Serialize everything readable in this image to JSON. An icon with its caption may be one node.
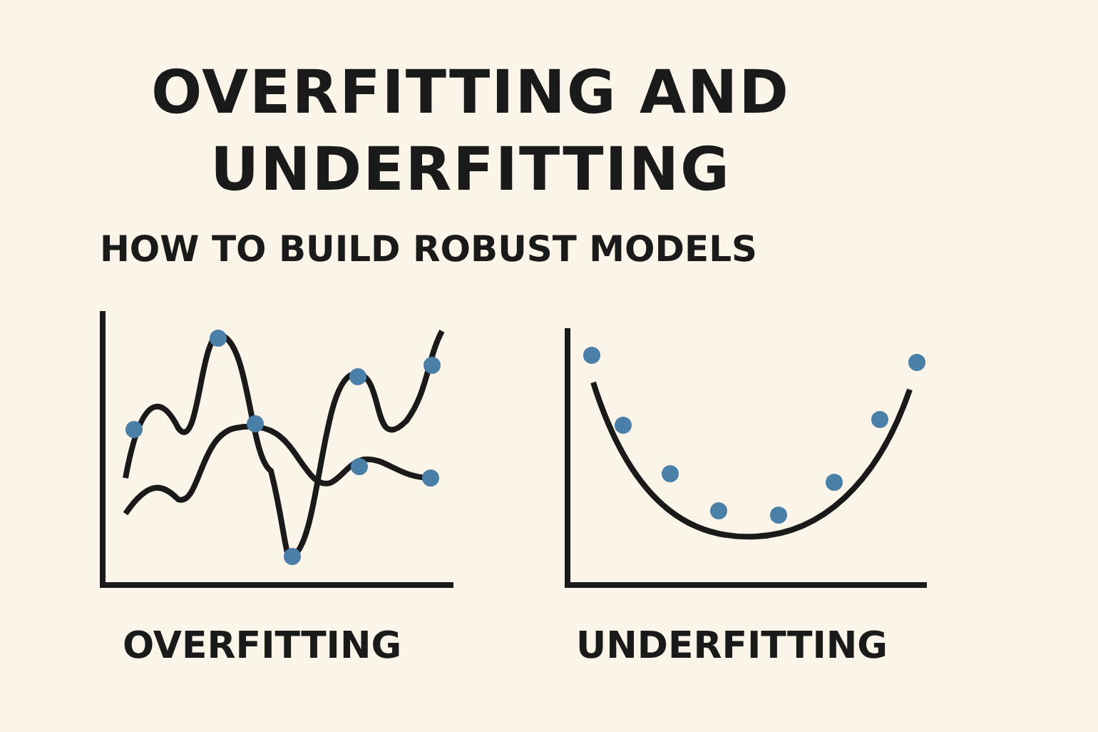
{
  "diagram": {
    "title": "OVERFITTING AND UNDERFITTING",
    "labels": [
      "HOW TO BUILD ROBUST MODELS",
      "OVERFITTING",
      "UNDERFITTING"
    ]
  }
}
